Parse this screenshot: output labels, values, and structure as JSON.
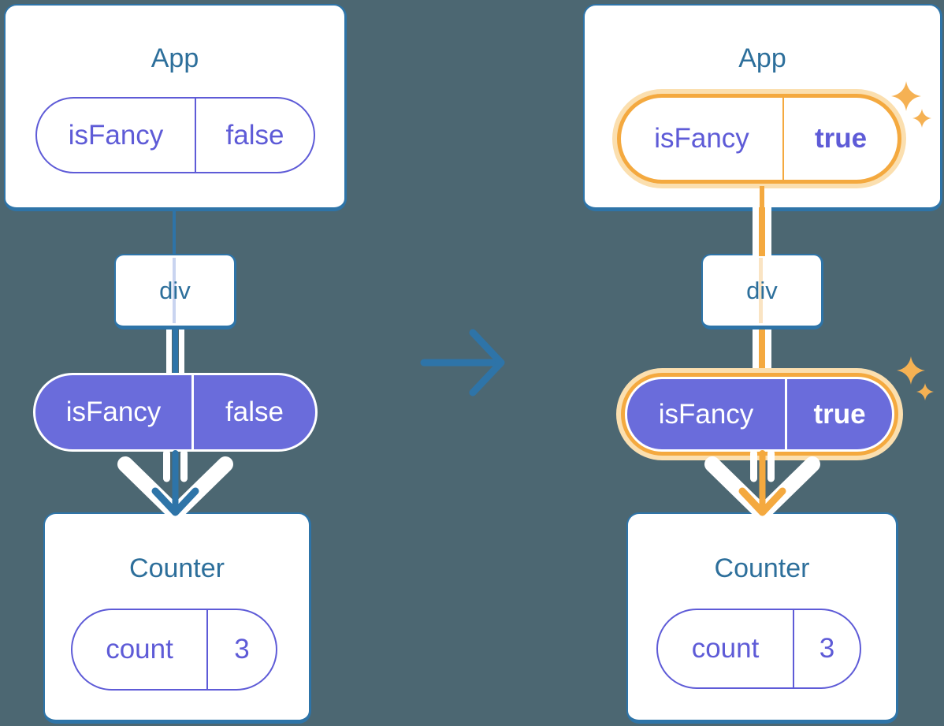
{
  "colors": {
    "background": "#4C6772",
    "box_border_blue": "#2E74A8",
    "title_text_blue": "#2D6F9B",
    "purple_outline": "#5E5BD7",
    "purple_fill": "#6A6CDB",
    "highlight_orange": "#F4A93F",
    "highlight_orange_glow": "#FBDFAF",
    "sparkle_orange": "#F5B153",
    "faint_line_blue": "#C9D4F0",
    "faint_line_orange": "#FAE4C3"
  },
  "before": {
    "app": {
      "title": "App",
      "state": {
        "key": "isFancy",
        "value": "false"
      }
    },
    "div_box": {
      "label": "div"
    },
    "prop": {
      "key": "isFancy",
      "value": "false"
    },
    "counter": {
      "title": "Counter",
      "state": {
        "key": "count",
        "value": "3"
      }
    }
  },
  "after": {
    "app": {
      "title": "App",
      "state": {
        "key": "isFancy",
        "value": "true"
      }
    },
    "div_box": {
      "label": "div"
    },
    "prop": {
      "key": "isFancy",
      "value": "true"
    },
    "counter": {
      "title": "Counter",
      "state": {
        "key": "count",
        "value": "3"
      }
    }
  }
}
